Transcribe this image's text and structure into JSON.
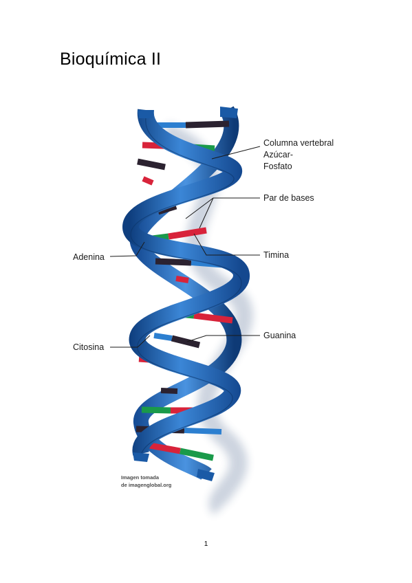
{
  "document": {
    "title": "Bioquímica II",
    "page_number": "1"
  },
  "figure": {
    "labels": {
      "backbone_line1": "Columna vertebral",
      "backbone_line2": "Azúcar-",
      "backbone_line3": "Fosfato",
      "base_pair": "Par de bases",
      "adenine": "Adenina",
      "thymine": "Timina",
      "cytosine": "Citosina",
      "guanine": "Guanina"
    },
    "credit_line1": "Imagen tomada",
    "credit_line2": "de imagenglobal.org"
  },
  "colors": {
    "strand_blue": "#1f63b3",
    "strand_dark": "#0f3f7f",
    "strand_light": "#5c9be0",
    "adenine_red": "#d8233a",
    "thymine_dark": "#2b2230",
    "guanine_green": "#1a9a4a",
    "cytosine_blue": "#2c7fd0"
  }
}
